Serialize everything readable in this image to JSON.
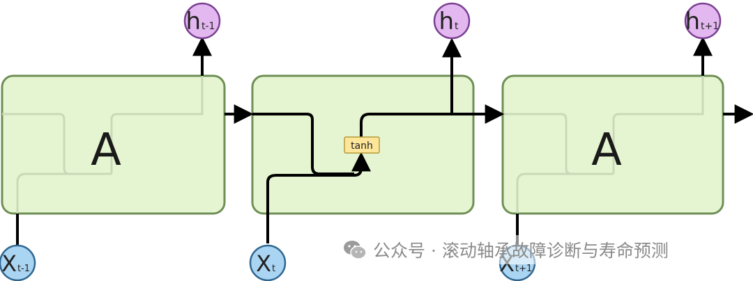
{
  "diagram": {
    "cells": [
      {
        "label": "A",
        "input": {
          "main": "X",
          "sub": "t-1"
        },
        "output": {
          "main": "h",
          "sub": "t-1"
        }
      },
      {
        "label": "",
        "gate": "tanh",
        "input": {
          "main": "X",
          "sub": "t"
        },
        "output": {
          "main": "h",
          "sub": "t"
        }
      },
      {
        "label": "A",
        "input": {
          "main": "X",
          "sub": "t+1"
        },
        "output": {
          "main": "h",
          "sub": "t+1"
        }
      }
    ],
    "colors": {
      "cell_fill": "#dff2c4",
      "cell_stroke": "#6e8f55",
      "input_fill": "#a9d4f2",
      "input_stroke": "#2f6690",
      "output_fill": "#e3b8f0",
      "output_stroke": "#7a3f91",
      "gate_fill": "#fde69a",
      "gate_stroke": "#b59a3a",
      "arrow": "#000000"
    }
  },
  "watermark": {
    "icon": "wechat-icon",
    "text": "公众号 · 滚动轴承故障诊断与寿命预测"
  }
}
